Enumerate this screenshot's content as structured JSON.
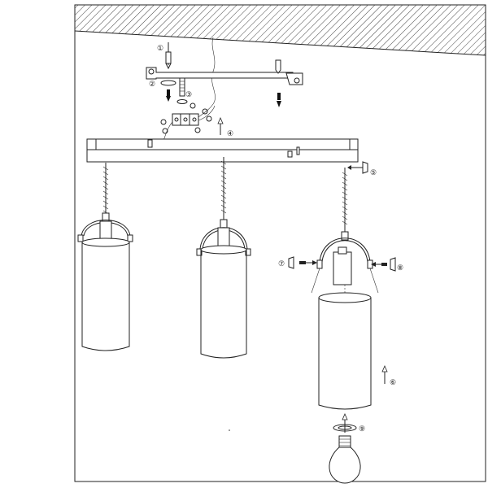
{
  "diagram": {
    "steps": [
      {
        "id": "1",
        "label": "①"
      },
      {
        "id": "2",
        "label": "②"
      },
      {
        "id": "3",
        "label": "③"
      },
      {
        "id": "4",
        "label": "④"
      },
      {
        "id": "5",
        "label": "⑤"
      },
      {
        "id": "6",
        "label": "⑥"
      },
      {
        "id": "7",
        "label": "⑦"
      },
      {
        "id": "8",
        "label": "⑧"
      },
      {
        "id": "9",
        "label": "⑨"
      }
    ],
    "pendant_count": 3
  }
}
